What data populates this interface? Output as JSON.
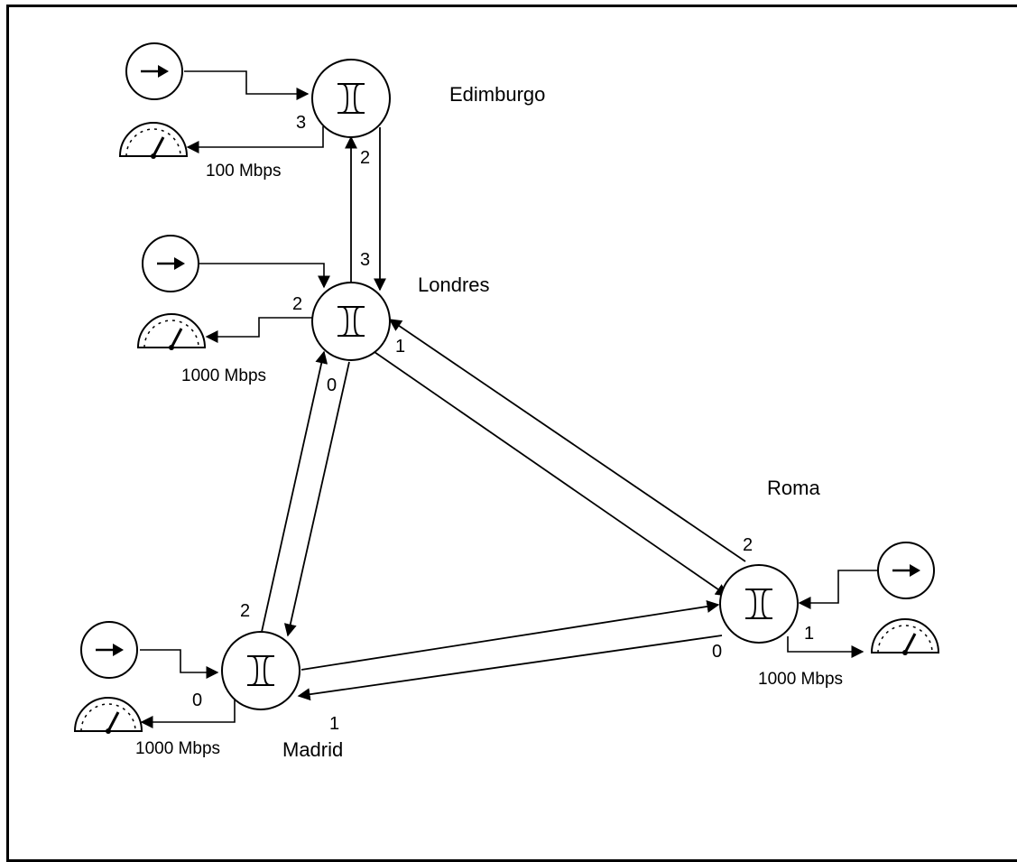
{
  "cities": {
    "edimburgo": "Edimburgo",
    "londres": "Londres",
    "roma": "Roma",
    "madrid": "Madrid"
  },
  "speeds": {
    "edimburgo": "100 Mbps",
    "londres": "1000 Mbps",
    "roma": "1000 Mbps",
    "madrid": "1000 Mbps"
  },
  "ports": {
    "edimburgo_meter": "3",
    "edimburgo_down": "2",
    "londres_up": "3",
    "londres_meter": "2",
    "londres_madrid": "0",
    "londres_roma": "1",
    "roma_londres": "2",
    "roma_meter": "1",
    "roma_madrid": "0",
    "madrid_londres": "2",
    "madrid_meter": "0",
    "madrid_roma": "1"
  },
  "icons": {
    "router": "switch-icon",
    "source": "source-arrow-icon",
    "meter": "gauge-meter-icon"
  }
}
